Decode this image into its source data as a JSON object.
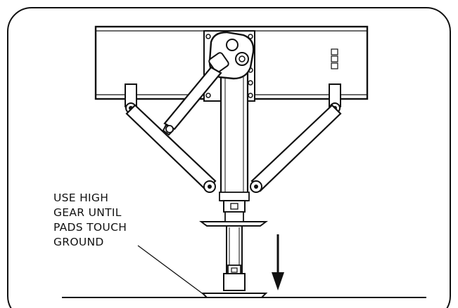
{
  "annotation": {
    "lines": [
      "USE HIGH",
      "GEAR UNTIL",
      "PADS TOUCH",
      "GROUND"
    ]
  },
  "colors": {
    "stroke": "#111111",
    "background": "#ffffff"
  }
}
